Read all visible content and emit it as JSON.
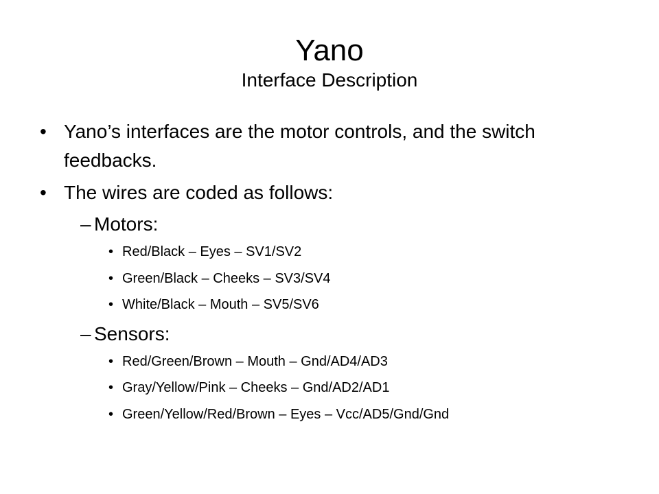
{
  "slide": {
    "title": "Yano",
    "subtitle": "Interface Description",
    "bullets": [
      {
        "marker": "•",
        "text": "Yano’s interfaces are the motor controls, and the switch",
        "cont": "feedbacks."
      },
      {
        "marker": "•",
        "text": "The wires are coded as follows:"
      }
    ],
    "groups": [
      {
        "marker": "–",
        "label": "Motors:",
        "items": [
          {
            "marker": "•",
            "text": "Red/Black – Eyes – SV1/SV2"
          },
          {
            "marker": "•",
            "text": "Green/Black – Cheeks – SV3/SV4"
          },
          {
            "marker": "•",
            "text": "White/Black – Mouth – SV5/SV6"
          }
        ]
      },
      {
        "marker": "–",
        "label": "Sensors:",
        "items": [
          {
            "marker": "•",
            "text": "Red/Green/Brown – Mouth – Gnd/AD4/AD3"
          },
          {
            "marker": "•",
            "text": "Gray/Yellow/Pink – Cheeks – Gnd/AD2/AD1"
          },
          {
            "marker": "•",
            "text": "Green/Yellow/Red/Brown – Eyes – Vcc/AD5/Gnd/Gnd"
          }
        ]
      }
    ]
  }
}
